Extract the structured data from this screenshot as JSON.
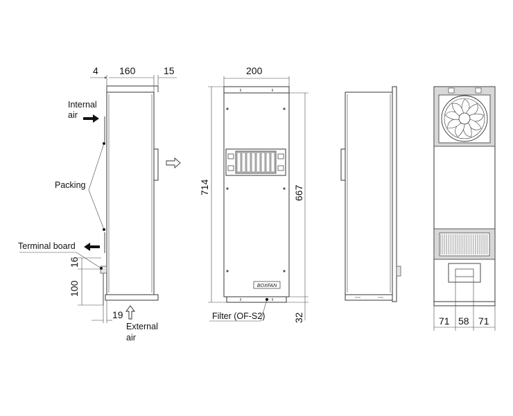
{
  "side_view": {
    "dims": {
      "d4": "4",
      "d160": "160",
      "d15": "15",
      "d16": "16",
      "d100": "100",
      "d19": "19"
    },
    "labels": {
      "internal_air_1": "Internal",
      "internal_air_2": "air",
      "packing": "Packing",
      "terminal_board": "Terminal board",
      "external_air_1": "External",
      "external_air_2": "air"
    }
  },
  "front_view": {
    "dims": {
      "width": "200",
      "height_total": "714",
      "height_body": "667",
      "filter_height": "32"
    },
    "brand": "BOXFAN",
    "filter_label": "Filter (OF-S2)"
  },
  "back_view": {
    "dims": {
      "left": "71",
      "center": "58",
      "right": "71"
    }
  }
}
